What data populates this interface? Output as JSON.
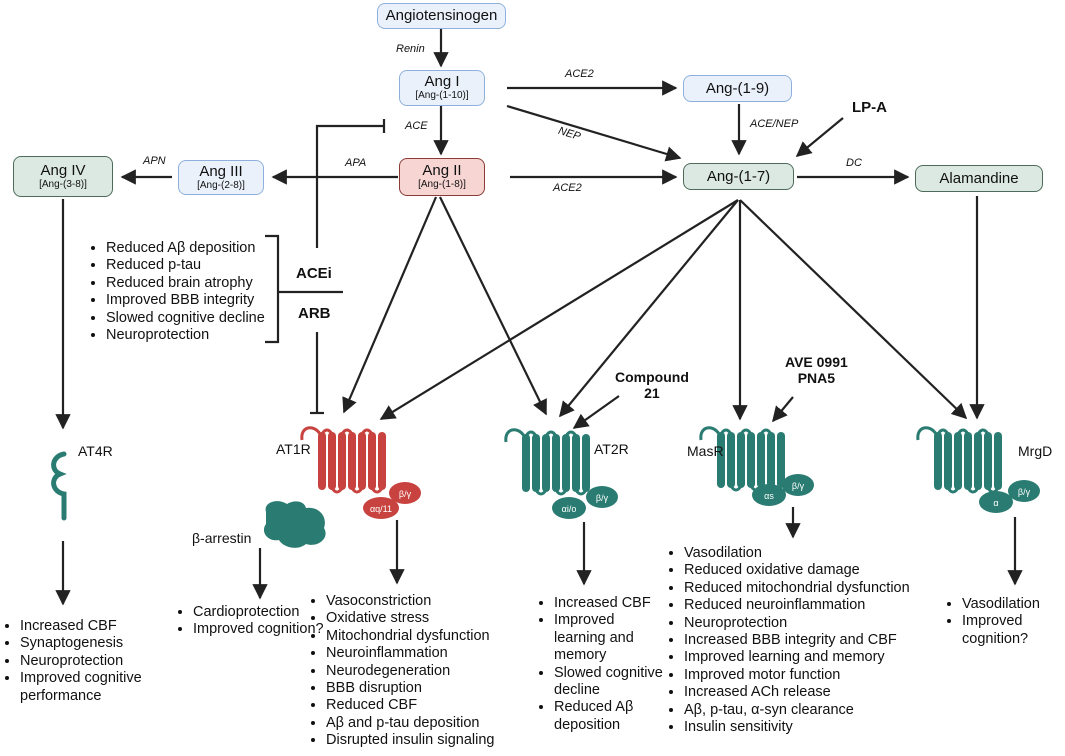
{
  "nodes": {
    "angiotensinogen": "Angiotensinogen",
    "ang1": {
      "main": "Ang I",
      "sub": "[Ang-(1-10)]"
    },
    "ang19": "Ang-(1-9)",
    "ang2": {
      "main": "Ang II",
      "sub": "[Ang-(1-8)]"
    },
    "ang3": {
      "main": "Ang III",
      "sub": "[Ang-(2-8)]"
    },
    "ang4": {
      "main": "Ang IV",
      "sub": "[Ang-(3-8)]"
    },
    "ang17": "Ang-(1-7)",
    "alamandine": "Alamandine"
  },
  "enzymes": {
    "renin": "Renin",
    "ace2_top": "ACE2",
    "nep": "NEP",
    "ace": "ACE",
    "ace_nep": "ACE/NEP",
    "apa": "APA",
    "apn": "APN",
    "ace2_mid": "ACE2",
    "dc": "DC"
  },
  "agents": {
    "lpa": "LP-A",
    "acei": "ACEi",
    "arb": "ARB",
    "compound21": "Compound\n21",
    "ave": "AVE 0991\nPNA5"
  },
  "receptors": {
    "at4r": "AT4R",
    "at1r": "AT1R",
    "at2r": "AT2R",
    "masr": "MasR",
    "mrgd": "MrgD",
    "beta_arrestin": "β-arrestin"
  },
  "gproteins": {
    "at1r_alpha": "αq/11",
    "at2r_alpha": "αi/o",
    "masr_alpha": "αs",
    "mrgd_alpha": "α",
    "beta_gamma": "β/γ"
  },
  "colors": {
    "at1r": "#c8433f",
    "teal": "#2a7c72",
    "blue_box": "#eaf1fb",
    "red_box": "#f6d5d3",
    "green_box": "#dce9e2"
  },
  "effects": {
    "acei_arb": [
      "Reduced Aβ deposition",
      "Reduced p-tau",
      "Reduced brain atrophy",
      "Improved BBB integrity",
      "Slowed cognitive decline",
      "Neuroprotection"
    ],
    "at4r": [
      "Increased CBF",
      "Synaptogenesis",
      "Neuroprotection",
      "Improved cognitive performance"
    ],
    "beta_arrestin": [
      "Cardioprotection",
      "Improved cognition?"
    ],
    "at1r": [
      "Vasoconstriction",
      "Oxidative stress",
      "Mitochondrial dysfunction",
      "Neuroinflammation",
      "Neurodegeneration",
      "BBB disruption",
      "Reduced CBF",
      "Aβ and p-tau deposition",
      "Disrupted insulin signaling"
    ],
    "at2r": [
      "Increased CBF",
      "Improved learning and memory",
      "Slowed cognitive decline",
      "Reduced Aβ deposition"
    ],
    "masr": [
      "Vasodilation",
      "Reduced oxidative damage",
      "Reduced mitochondrial dysfunction",
      "Reduced neuroinflammation",
      "Neuroprotection",
      "Increased BBB integrity and CBF",
      "Improved learning and memory",
      "Improved motor function",
      "Increased ACh release",
      "Aβ, p-tau, α-syn clearance",
      "Insulin sensitivity"
    ],
    "mrgd": [
      "Vasodilation",
      "Improved cognition?"
    ]
  }
}
